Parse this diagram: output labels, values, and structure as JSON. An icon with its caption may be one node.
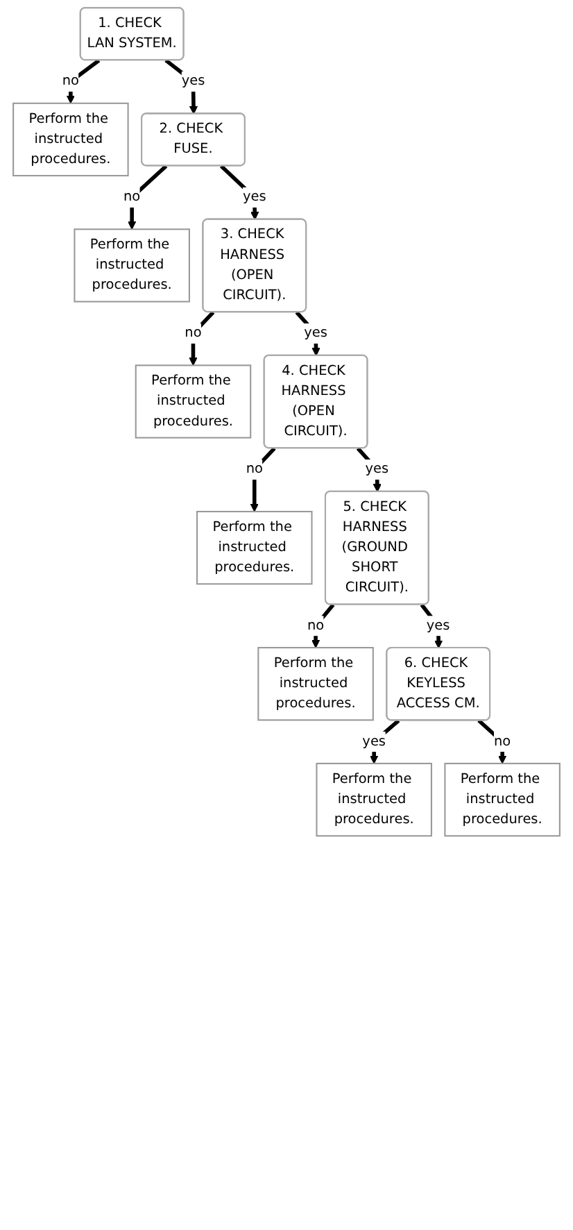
{
  "diagram": {
    "nodes": [
      {
        "text": [
          "1. CHECK LAN SYSTEM."
        ]
      },
      {
        "text": [
          "Perform the instructed procedures."
        ]
      },
      {
        "text": [
          "2. CHECK FUSE."
        ]
      },
      {
        "text": [
          "Perform the instructed procedures."
        ]
      },
      {
        "text": [
          "3. CHECK HARNESS (OPEN CIRCUIT)."
        ]
      },
      {
        "text": [
          "Perform the instructed procedures."
        ]
      },
      {
        "text": [
          "4. CHECK HARNESS (OPEN CIRCUIT)."
        ]
      },
      {
        "text": [
          "Perform the instructed procedures."
        ]
      },
      {
        "text": [
          "5. CHECK HARNESS (GROUND SHORT CIRCUIT)."
        ]
      },
      {
        "text": [
          "Perform the instructed procedures."
        ]
      },
      {
        "text": [
          "6. CHECK KEYLESS ACCESS CM."
        ]
      },
      {
        "text": [
          "Perform the instructed procedures."
        ]
      },
      {
        "text": [
          "Perform the instructed procedures."
        ]
      }
    ],
    "edges": [
      {
        "from": 0,
        "to": 1,
        "arrow": "to",
        "label": "no"
      },
      {
        "from": 0,
        "to": 2,
        "arrow": "to",
        "label": "yes"
      },
      {
        "from": 2,
        "to": 3,
        "arrow": "to",
        "label": "no"
      },
      {
        "from": 2,
        "to": 4,
        "arrow": "to",
        "label": "yes"
      },
      {
        "from": 4,
        "to": 5,
        "arrow": "to",
        "label": "no"
      },
      {
        "from": 4,
        "to": 6,
        "arrow": "to",
        "label": "yes"
      },
      {
        "from": 6,
        "to": 7,
        "arrow": "to",
        "label": "no"
      },
      {
        "from": 6,
        "to": 8,
        "arrow": "to",
        "label": "yes"
      },
      {
        "from": 8,
        "to": 9,
        "arrow": "to",
        "label": "no"
      },
      {
        "from": 8,
        "to": 10,
        "arrow": "to",
        "label": "yes"
      },
      {
        "from": 10,
        "to": 11,
        "arrow": "to",
        "label": "yes"
      },
      {
        "from": 10,
        "to": 12,
        "arrow": "to",
        "label": "no"
      }
    ]
  }
}
